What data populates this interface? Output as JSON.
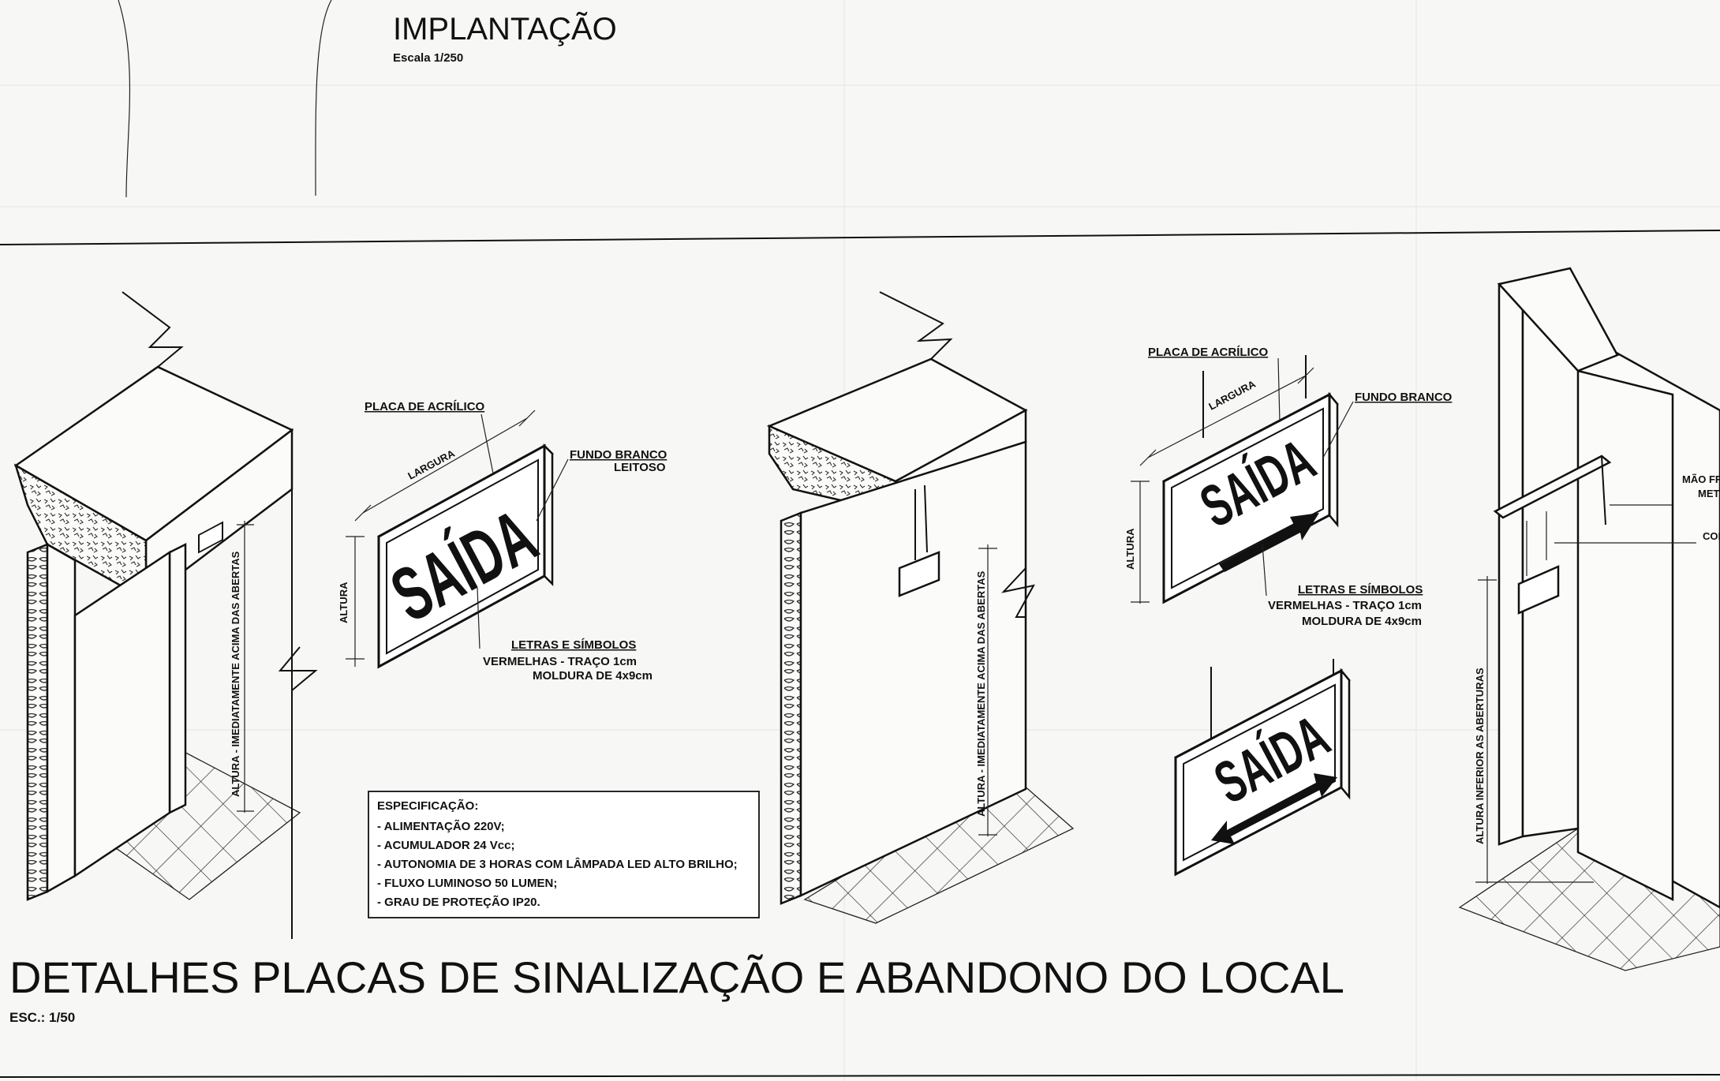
{
  "implantacao": {
    "title": "IMPLANTAÇÃO",
    "scale": "Escala 1/250"
  },
  "footer": {
    "title": "DETALHES PLACAS DE SINALIZAÇÃO E ABANDONO DO LOCAL",
    "scale": "ESC.: 1/50"
  },
  "sign_text": "SAÍDA",
  "labels": {
    "placa_acrilico": "PLACA DE ACRÍLICO",
    "largura": "LARGURA",
    "altura": "ALTURA",
    "fundo_branco": "FUNDO BRANCO",
    "leitoso": "LEITOSO",
    "letras_simbolos": "LETRAS E SÍMBOLOS",
    "vermelhas_traco": "VERMELHAS - TRAÇO 1cm",
    "moldura": "MOLDURA DE 4x9cm",
    "altura_imediatamente": "ALTURA - IMEDIATAMENTE ACIMA DAS ABERTAS",
    "altura_inferior": "ALTURA INFERIOR AS ABERTURAS",
    "mao_francesa_1": "MÃO FRA",
    "mao_francesa_2": "METÁL",
    "corrente": "COR"
  },
  "specification": {
    "title": "ESPECIFICAÇÃO:",
    "items": [
      "- ALIMENTAÇÃO 220V;",
      "- ACUMULADOR 24 Vcc;",
      "- AUTONOMIA DE 3 HORAS COM LÂMPADA LED ALTO BRILHO;",
      "- FLUXO LUMINOSO 50 LUMEN;",
      "- GRAU DE PROTEÇÃO IP20."
    ]
  }
}
